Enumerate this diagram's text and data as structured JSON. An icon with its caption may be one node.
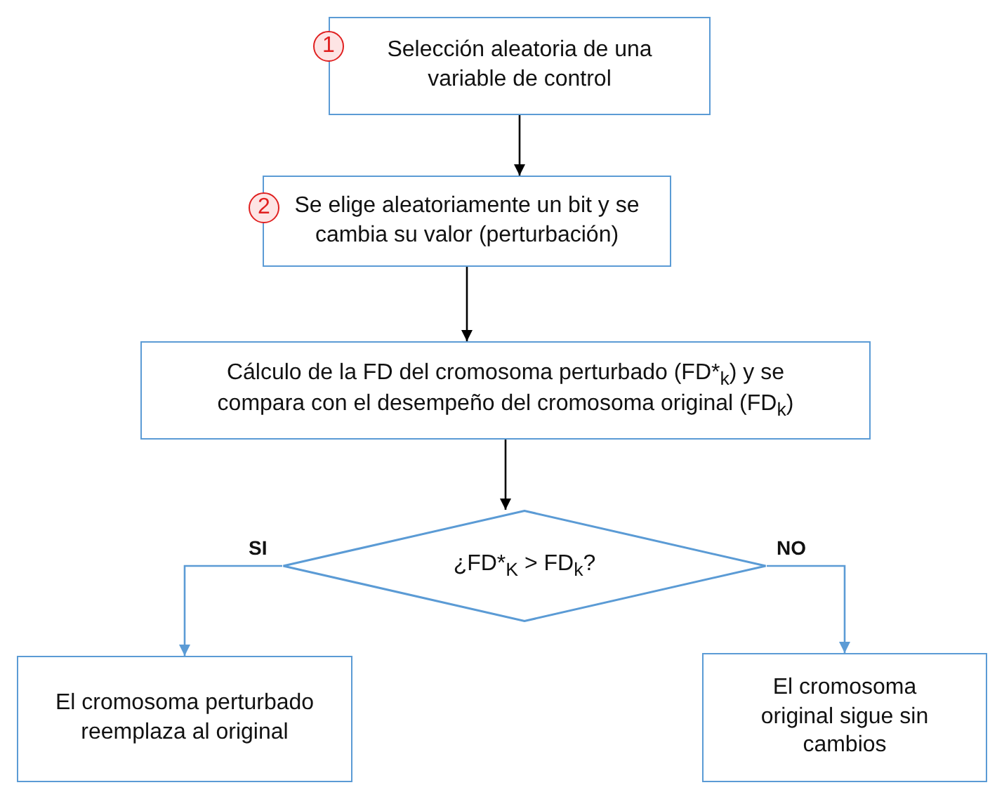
{
  "diagram": {
    "nodes": [
      {
        "text": [
          "Selección aleatoria de una variable de control"
        ]
      },
      {
        "text": [
          "Se elige aleatoriamente un bit y se cambia su valor (perturbación)"
        ]
      },
      {
        "text": [
          "Cálculo de la FD del cromosoma perturbado (FD*$_{k}$) y se compara con el desempeño del cromosoma original (FD$_{k}$)"
        ]
      },
      {
        "text": [
          "¿FD*$_{K}$ > FD$_{k}$?"
        ]
      },
      {
        "text": [
          "El cromosoma perturbado reemplaza al original"
        ]
      },
      {
        "text": [
          "El cromosoma original sigue sin cambios"
        ]
      }
    ],
    "edges": [
      {
        "from": 0,
        "to": 1,
        "arrow": "to"
      },
      {
        "from": 1,
        "to": 2,
        "arrow": "to"
      },
      {
        "from": 2,
        "to": 3,
        "arrow": "to"
      },
      {
        "from": 3,
        "to": 4,
        "arrow": "to",
        "label": "SI",
        "color": "#5b9bd5"
      },
      {
        "from": 3,
        "to": 5,
        "arrow": "to",
        "label": "NO",
        "color": "#5b9bd5"
      }
    ],
    "labels": [
      "1",
      "2"
    ]
  }
}
